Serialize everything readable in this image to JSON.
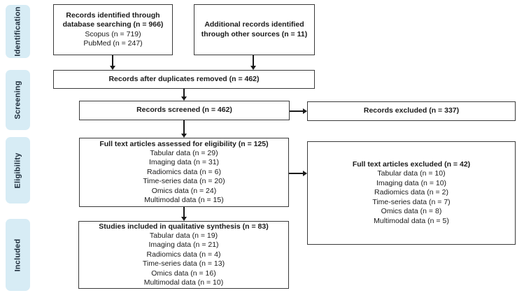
{
  "stages": [
    "Identification",
    "Screening",
    "Eligibility",
    "Included"
  ],
  "boxes": {
    "identified": {
      "title": "Records identified through database searching (n = 966)",
      "lines": [
        "Scopus (n = 719)",
        "PubMed (n = 247)"
      ]
    },
    "additional": {
      "title": "Additional records identified through other sources (n = 11)"
    },
    "duplicates": {
      "title": "Records after duplicates removed (n = 462)"
    },
    "screened": {
      "title": "Records screened (n = 462)"
    },
    "records_excluded": {
      "title": "Records excluded (n = 337)"
    },
    "eligibility": {
      "title": "Full text articles assessed for eligibility (n = 125)",
      "lines": [
        "Tabular data (n = 29)",
        "Imaging data (n = 31)",
        "Radiomics data (n = 6)",
        "Time-series data (n = 20)",
        "Omics data (n = 24)",
        "Multimodal data (n = 15)"
      ]
    },
    "fulltext_excluded": {
      "title": "Full text articles excluded (n = 42)",
      "lines": [
        "Tabular data (n = 10)",
        "Imaging data (n = 10)",
        "Radiomics data (n = 2)",
        "Time-series data (n = 7)",
        "Omics data (n = 8)",
        "Multimodal data (n = 5)"
      ]
    },
    "included": {
      "title": "Studies included in qualitative synthesis (n = 83)",
      "lines": [
        "Tabular data (n = 19)",
        "Imaging data (n = 21)",
        "Radiomics data (n = 4)",
        "Time-series data (n = 13)",
        "Omics data (n = 16)",
        "Multimodal data (n = 10)"
      ]
    }
  },
  "colors": {
    "stage_fill": "#d7ecf5",
    "stage_text": "#1c2b3a",
    "box_border": "#3a3a3a",
    "arrow": "#1a1a1a",
    "background": "#ffffff"
  }
}
